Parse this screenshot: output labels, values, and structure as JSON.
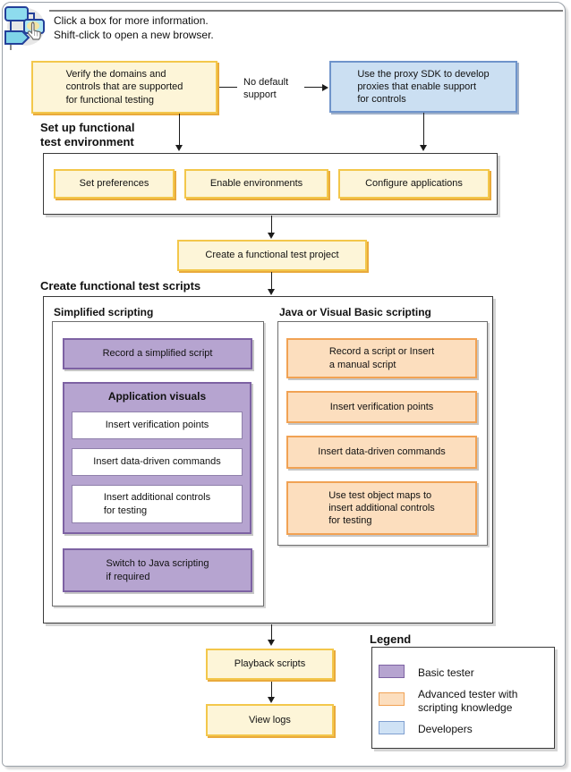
{
  "header": {
    "note": "Click a box for more information.\nShift-click to open a new browser.",
    "icon": "flowchart-click-icon"
  },
  "top_flow": {
    "verify_box": "Verify the domains and\ncontrols that are supported\nfor functional testing",
    "connector_label": "No default\nsupport",
    "proxy_box": "Use the proxy SDK to develop\nproxies that enable support\nfor controls"
  },
  "setup_section": {
    "heading": "Set up functional\ntest environment",
    "boxes": [
      "Set preferences",
      "Enable environments",
      "Configure applications"
    ]
  },
  "project_box": "Create a functional test project",
  "scripts_section": {
    "heading": "Create functional test scripts",
    "simplified": {
      "label": "Simplified scripting",
      "record_box": "Record a simplified script",
      "app_visuals_title": "Application visuals",
      "app_visuals_items": [
        "Insert verification points",
        "Insert data-driven commands",
        "Insert additional controls\nfor testing"
      ],
      "switch_box": "Switch to Java scripting\nif required"
    },
    "java": {
      "label": "Java or Visual Basic scripting",
      "boxes": [
        "Record a script or Insert\na manual script",
        "Insert verification points",
        "Insert data-driven commands",
        "Use test object maps to\ninsert additional controls\nfor testing"
      ]
    }
  },
  "bottom_flow": {
    "playback_box": "Playback scripts",
    "view_logs_box": "View logs"
  },
  "legend": {
    "heading": "Legend",
    "entries": [
      {
        "label": "Basic tester",
        "color": "#b6a4d0",
        "border": "#7d62a3"
      },
      {
        "label": "Advanced tester with\nscripting knowledge",
        "color": "#fcdebe",
        "border": "#f1a254"
      },
      {
        "label": "Developers",
        "color": "#cfe2f5",
        "border": "#7f9fd0"
      }
    ]
  }
}
